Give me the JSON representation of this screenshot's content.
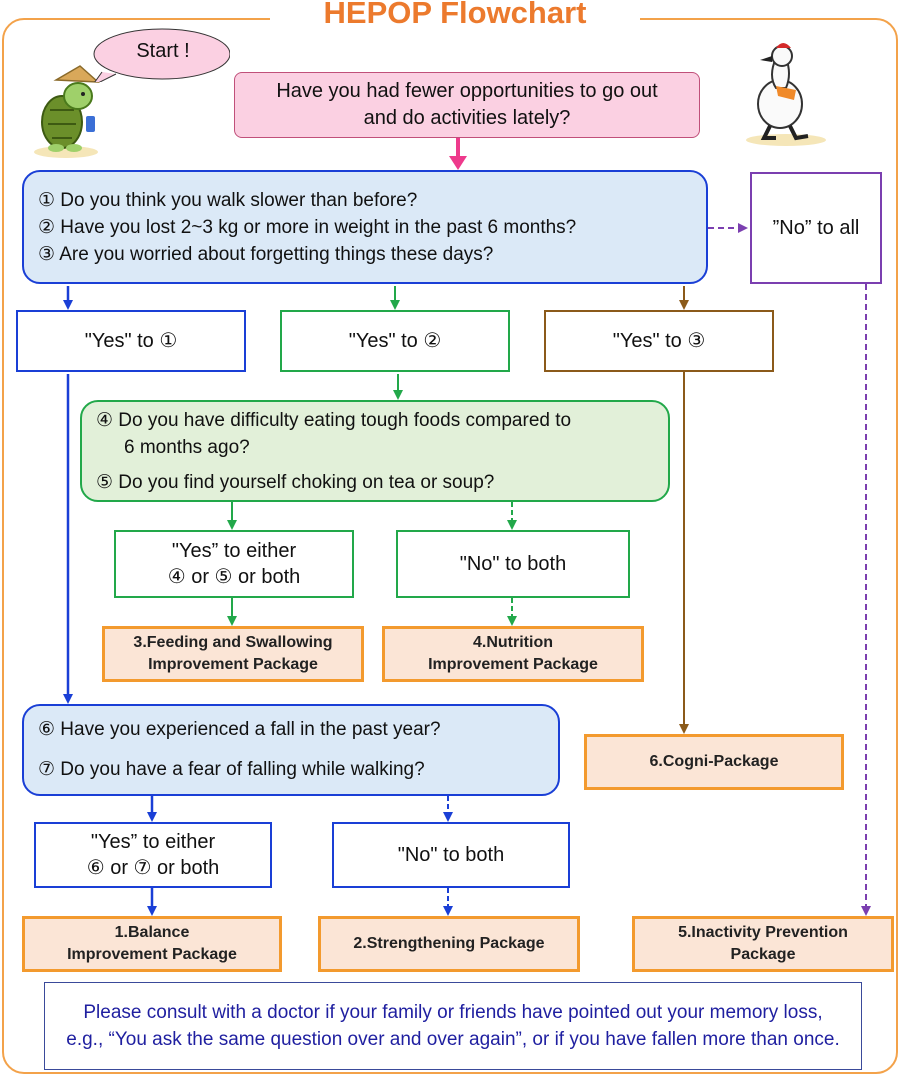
{
  "title": "HEPOP Flowchart",
  "start_bubble": "Start !",
  "top_question": [
    "Have you had fewer opportunities to go out",
    "and do activities lately?"
  ],
  "screening": {
    "q1": "①   Do you think you walk slower than before?",
    "q2": "②   Have you lost 2~3 kg or more in weight in the past 6 months?",
    "q3": "③   Are you worried about forgetting things these days?"
  },
  "no_to_all": "”No” to all",
  "yes1": "\"Yes\" to ①",
  "yes2": "\"Yes\" to ②",
  "yes3": "\"Yes\" to ③",
  "eating": {
    "q4a": "④  Do you have difficulty eating tough foods compared to",
    "q4b": "6 months ago?",
    "q5": "⑤  Do you find yourself choking on tea or soup?"
  },
  "yes45": [
    "\"Yes” to either",
    "④ or ⑤ or both"
  ],
  "no45": "\"No\" to both",
  "falls": {
    "q6": "⑥   Have you experienced  a fall in the past year?",
    "q7": "⑦   Do you have a fear of falling while walking?"
  },
  "yes67": [
    "\"Yes” to either",
    "⑥ or ⑦ or both"
  ],
  "no67": "\"No\" to both",
  "packages": {
    "p3": [
      "3.Feeding and Swallowing",
      "Improvement Package"
    ],
    "p4": [
      "4.Nutrition",
      "Improvement Package"
    ],
    "p6": "6.Cogni-Package",
    "p1": [
      "1.Balance",
      "Improvement Package"
    ],
    "p2": "2.Strengthening Package",
    "p5": [
      "5.Inactivity Prevention",
      "Package"
    ]
  },
  "note": "Please consult with a doctor if your family or friends have pointed out your memory loss,  e.g., “You ask the same question over and over again”, or if you have fallen more than once.",
  "colors": {
    "orange": "#f39a2e",
    "blue": "#1a3fd6",
    "green": "#22a84a",
    "brown": "#8b5a1a",
    "purple": "#7b3fb0",
    "pink": "#ee3a8c",
    "navy": "#1f1fa0"
  }
}
